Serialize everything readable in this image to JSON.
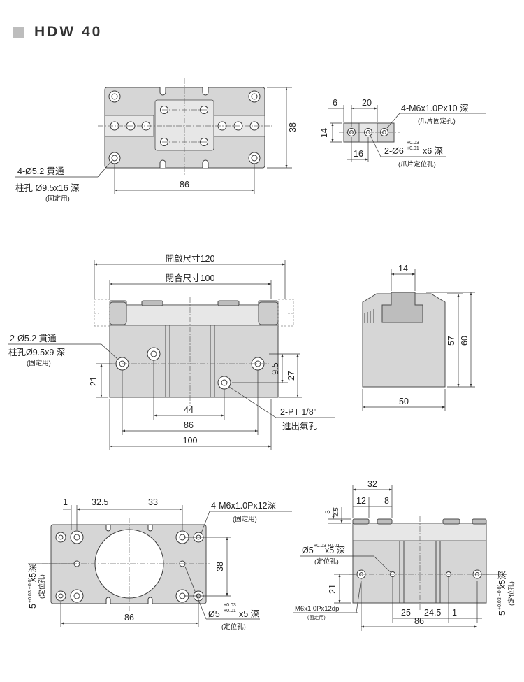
{
  "title": "HDW 40",
  "colors": {
    "title_square": "#bdbdbd",
    "body": "#d6d6d6",
    "jaw": "#bdbdbd",
    "line": "#4a4a4a"
  },
  "view_top": {
    "mount_holes_line1": "4-Ø5.2 貫通",
    "mount_holes_line2": "柱孔 Ø9.5x16 深",
    "mount_holes_line3": "(固定用)",
    "dim_width": "86",
    "dim_height": "38"
  },
  "view_jaw_detail": {
    "dim_6": "6",
    "dim_20": "20",
    "dim_14": "14",
    "dim_16": "16",
    "thread_note": "4-M6x1.0Px10 深",
    "thread_sub": "(爪片固定孔)",
    "pin_note_prefix": "2-Ø6",
    "pin_tol_upper": "+0.03",
    "pin_tol_lower": "+0.01",
    "pin_note_suffix": "x6 深",
    "pin_sub": "(爪片定位孔)"
  },
  "view_front": {
    "open_label": "開啟尺寸120",
    "close_label": "閉合尺寸100",
    "hole_line1": "2-Ø5.2 貫通",
    "hole_line2": "柱孔Ø9.5x9 深",
    "hole_line3": "(固定用)",
    "port_line1": "2-PT 1/8\"",
    "port_line2": "進出氣孔",
    "dim_21": "21",
    "dim_9_5": "9.5",
    "dim_27": "27",
    "dim_44": "44",
    "dim_86": "86",
    "dim_100": "100"
  },
  "view_side": {
    "dim_14": "14",
    "dim_57": "57",
    "dim_60": "60",
    "dim_50": "50"
  },
  "view_bottom": {
    "dim_1": "1",
    "dim_32_5": "32.5",
    "dim_33": "33",
    "thread_note": "4-M6x1.0Px12深",
    "thread_sub": "(固定用)",
    "dim_38": "38",
    "dim_86": "86",
    "pin_note_prefix": "Ø5",
    "pin_tol_upper": "+0.03",
    "pin_tol_lower": "+0.01",
    "pin_note_suffix": "x5 深",
    "pin_sub": "(定位孔)",
    "left_note": "5",
    "left_tol": "+0.03 +0.01",
    "left_suffix": "x5深",
    "left_sub": "(定位孔)"
  },
  "view_rear": {
    "dim_32": "32",
    "dim_12": "12",
    "dim_8": "8",
    "dim_3": "3",
    "dim_2_5": "2.5",
    "pin_note_prefix": "Ø5",
    "pin_tol": "+0.03 +0.01",
    "pin_note_suffix": "x5 深",
    "pin_sub": "(定位孔)",
    "dim_21": "21",
    "thread_note": "M6x1.0Px12dp",
    "thread_sub": "(固定用)",
    "dim_25": "25",
    "dim_24_5": "24.5",
    "dim_1": "1",
    "dim_86": "86",
    "right_note": "5",
    "right_tol": "+0.03 +0.01",
    "right_suffix": "x5深",
    "right_sub": "(定位孔)"
  }
}
